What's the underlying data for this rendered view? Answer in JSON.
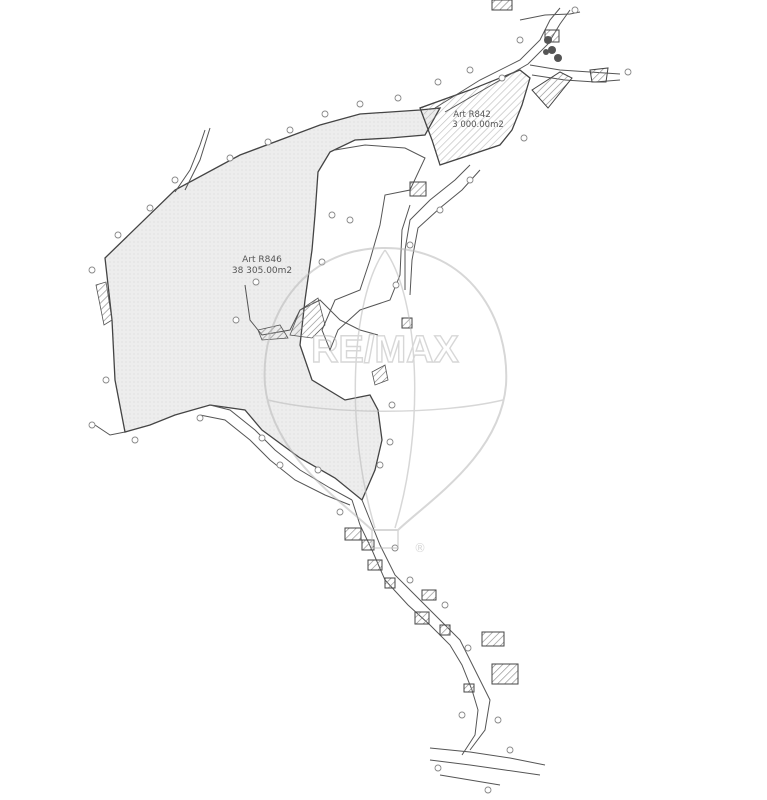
{
  "parcels": [
    {
      "id": "r846",
      "name": "Art R846",
      "area": "38 305.00m2"
    },
    {
      "id": "r842",
      "name": "Art R842",
      "area": "3 000.00m2"
    }
  ],
  "watermark": {
    "text": "RE/MAX",
    "registered": "®",
    "color": "#b8b8b8"
  },
  "colors": {
    "line": "#444444",
    "parcel_fill": "#ededed",
    "hatch": "#8a8a8a"
  }
}
